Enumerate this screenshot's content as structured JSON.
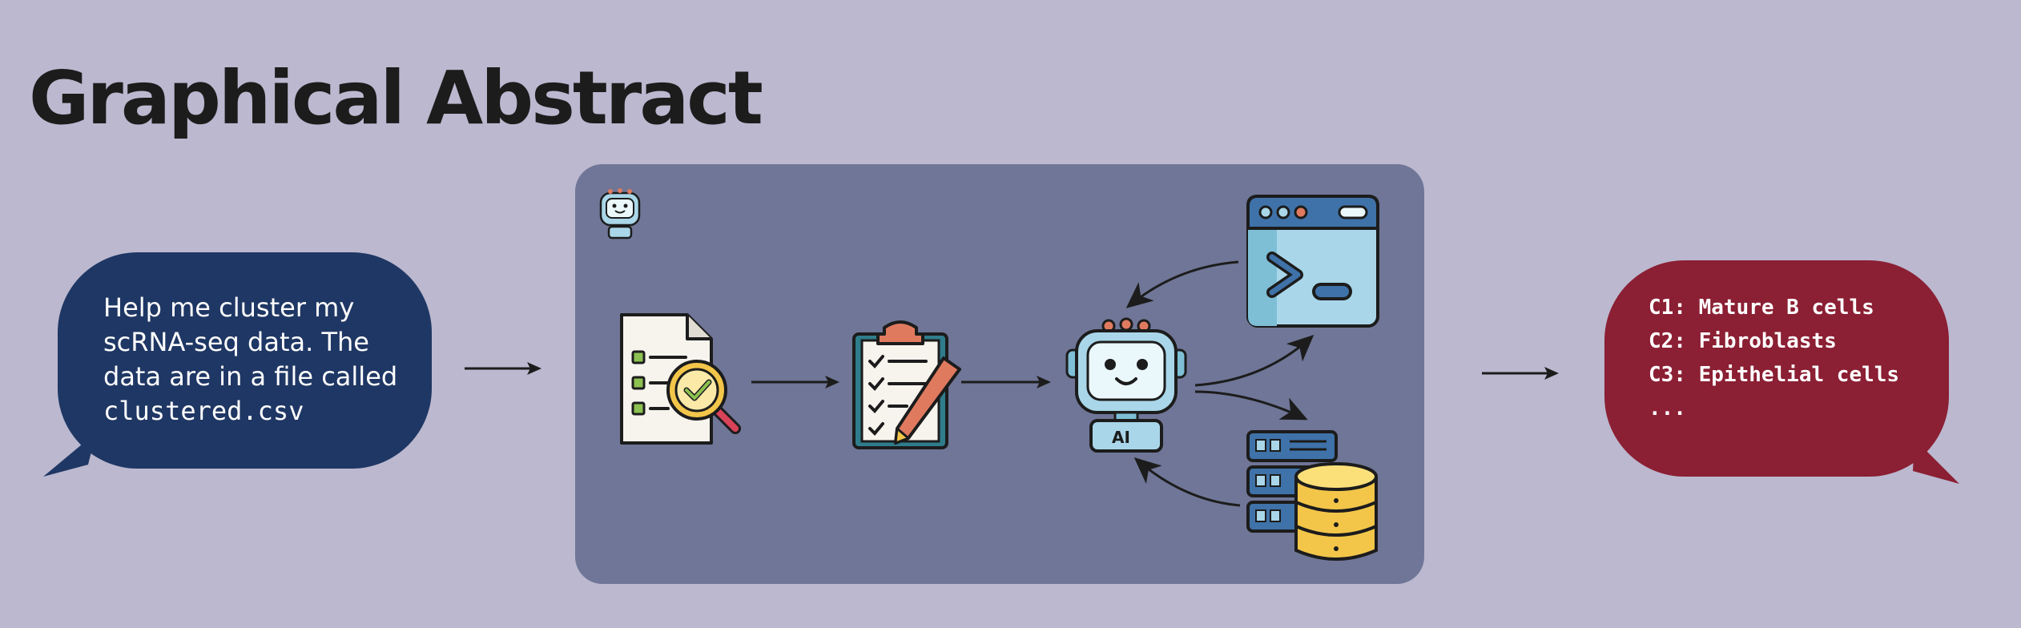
{
  "title": "Graphical Abstract",
  "user_prompt": {
    "line1": "Help me cluster my",
    "line2": "scRNA-seq data. The",
    "line3": "data are in a file called",
    "filename": "clustered.csv"
  },
  "agent_output": {
    "lines": [
      "C1: Mature B cells",
      "C2: Fibroblasts",
      "C3: Epithelial cells",
      "..."
    ]
  },
  "robot_label": "AI",
  "icons": {
    "panel_badge": "small-robot-icon",
    "document": "document-search-icon",
    "plan": "clipboard-checklist-icon",
    "agent": "ai-robot-icon",
    "terminal": "terminal-window-icon",
    "database": "server-database-icon"
  },
  "colors": {
    "background": "#bbb8cf",
    "user_bubble": "#1f3764",
    "reply_bubble": "#8b1f33",
    "panel": "#6f7697"
  }
}
